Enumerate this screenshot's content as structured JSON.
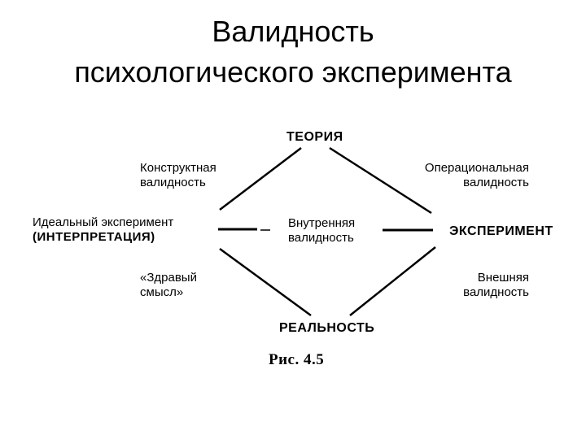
{
  "slide": {
    "title_line1": "Валидность",
    "title_line2": "психологического эксперимента"
  },
  "diagram": {
    "theory": "ТЕОРИЯ",
    "reality": "РЕАЛЬНОСТЬ",
    "experiment": "ЭКСПЕРИМЕНТ",
    "ideal_line1": "Идеальный эксперимент",
    "ideal_line2": "(ИНТЕРПРЕТАЦИЯ)",
    "construct_line1": "Конструктная",
    "construct_line2": "валидность",
    "operational_line1": "Операциональная",
    "operational_line2": "валидность",
    "internal_line1": "Внутренняя",
    "internal_line2": "валидность",
    "common_sense_line1": "«Здравый",
    "common_sense_line2": "смысл»",
    "external_line1": "Внешняя",
    "external_line2": "валидность"
  },
  "caption": "Рис. 4.5"
}
